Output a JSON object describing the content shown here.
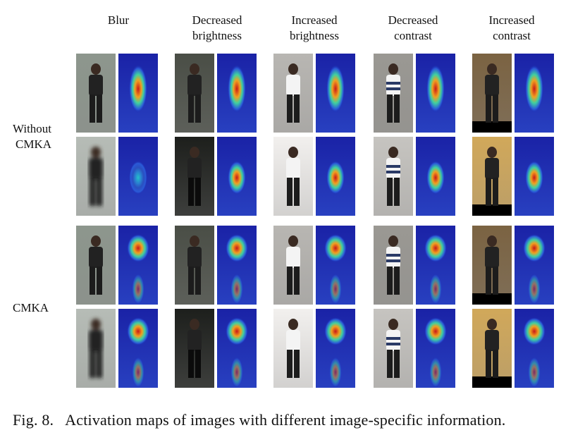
{
  "columns": [
    {
      "label_line1": "Blur",
      "label_line2": ""
    },
    {
      "label_line1": "Decreased",
      "label_line2": "brightness"
    },
    {
      "label_line1": "Increased",
      "label_line2": "brightness"
    },
    {
      "label_line1": "Decreased",
      "label_line2": "contrast"
    },
    {
      "label_line1": "Increased",
      "label_line2": "contrast"
    }
  ],
  "rows": {
    "without": {
      "line1": "Without",
      "line2": "CMKA"
    },
    "with": {
      "line1": "CMKA"
    }
  },
  "caption": {
    "figure": "Fig. 8.",
    "text": "Activation maps of images with different image-specific information."
  }
}
